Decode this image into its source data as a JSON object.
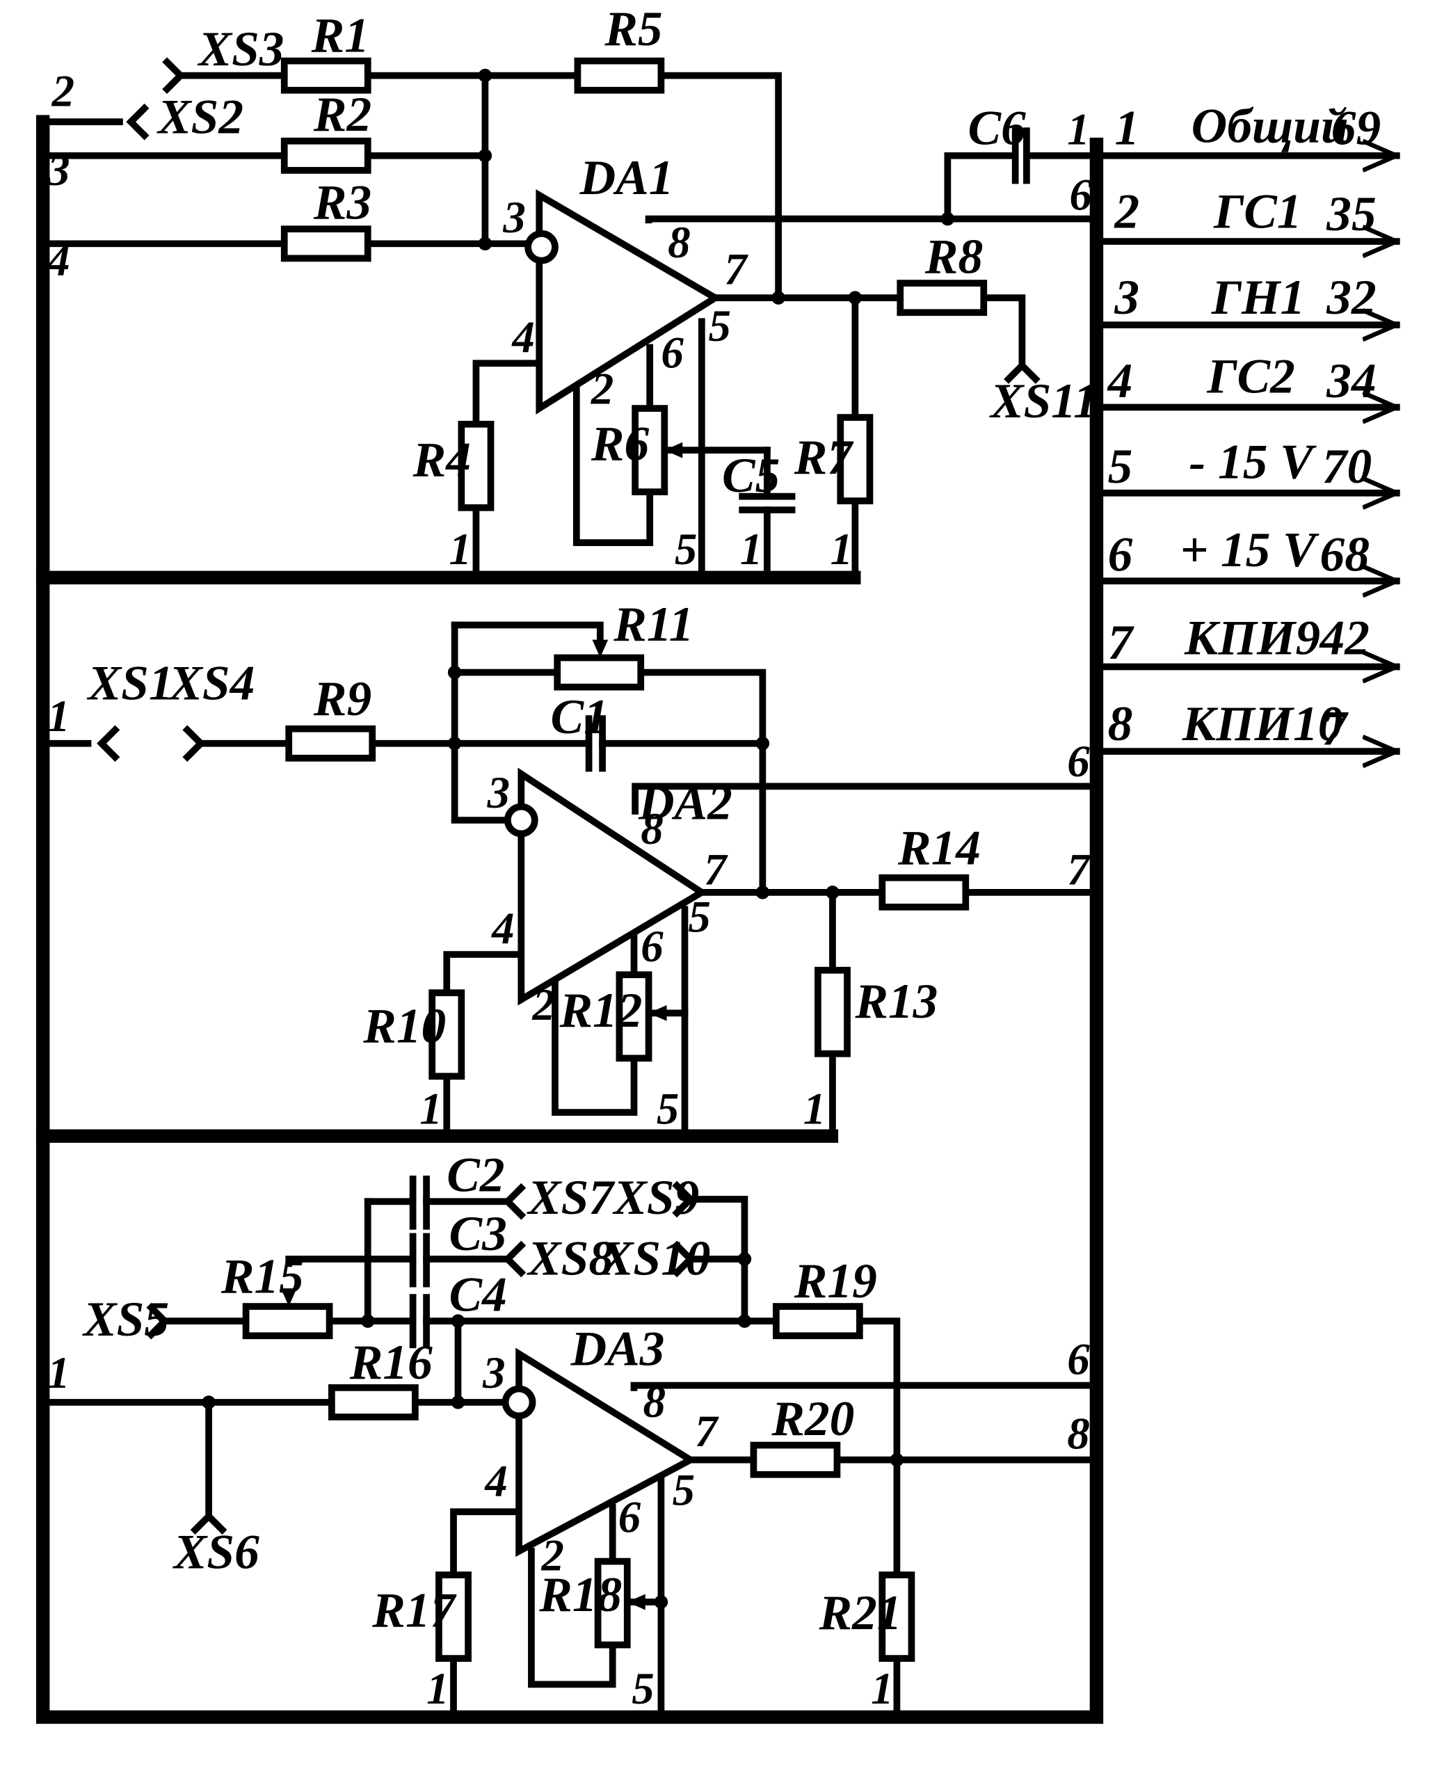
{
  "labels": {
    "xs1": "XS1",
    "xs2": "XS2",
    "xs3": "XS3",
    "xs4": "XS4",
    "xs5": "XS5",
    "xs6": "XS6",
    "xs7": "XS7",
    "xs8": "XS8",
    "xs9": "XS9",
    "xs10": "XS10",
    "xs11": "XS11",
    "r1": "R1",
    "r2": "R2",
    "r3": "R3",
    "r4": "R4",
    "r5": "R5",
    "r6": "R6",
    "r7": "R7",
    "r8": "R8",
    "r9": "R9",
    "r10": "R10",
    "r11": "R11",
    "r12": "R12",
    "r13": "R13",
    "r14": "R14",
    "r15": "R15",
    "r16": "R16",
    "r17": "R17",
    "r18": "R18",
    "r19": "R19",
    "r20": "R20",
    "r21": "R21",
    "c1": "C1",
    "c2": "C2",
    "c3": "C3",
    "c4": "C4",
    "c5": "C5",
    "c6": "C6",
    "da1": "DA1",
    "da2": "DA2",
    "da3": "DA3"
  },
  "pins": {
    "p1": "1",
    "p2": "2",
    "p3": "3",
    "p4": "4",
    "p5": "5",
    "p6": "6",
    "p7": "7",
    "p8": "8"
  },
  "connector": [
    {
      "num": "1",
      "name": "Общий",
      "pin": "69"
    },
    {
      "num": "2",
      "name": "ГС1",
      "pin": "35"
    },
    {
      "num": "3",
      "name": "ГН1",
      "pin": "32"
    },
    {
      "num": "4",
      "name": "ГС2",
      "pin": "34"
    },
    {
      "num": "5",
      "name": "- 15 V",
      "pin": "70"
    },
    {
      "num": "6",
      "name": "+ 15 V",
      "pin": "68"
    },
    {
      "num": "7",
      "name": "КПИ9",
      "pin": "42"
    },
    {
      "num": "8",
      "name": "КПИ10",
      "pin": "7"
    }
  ]
}
